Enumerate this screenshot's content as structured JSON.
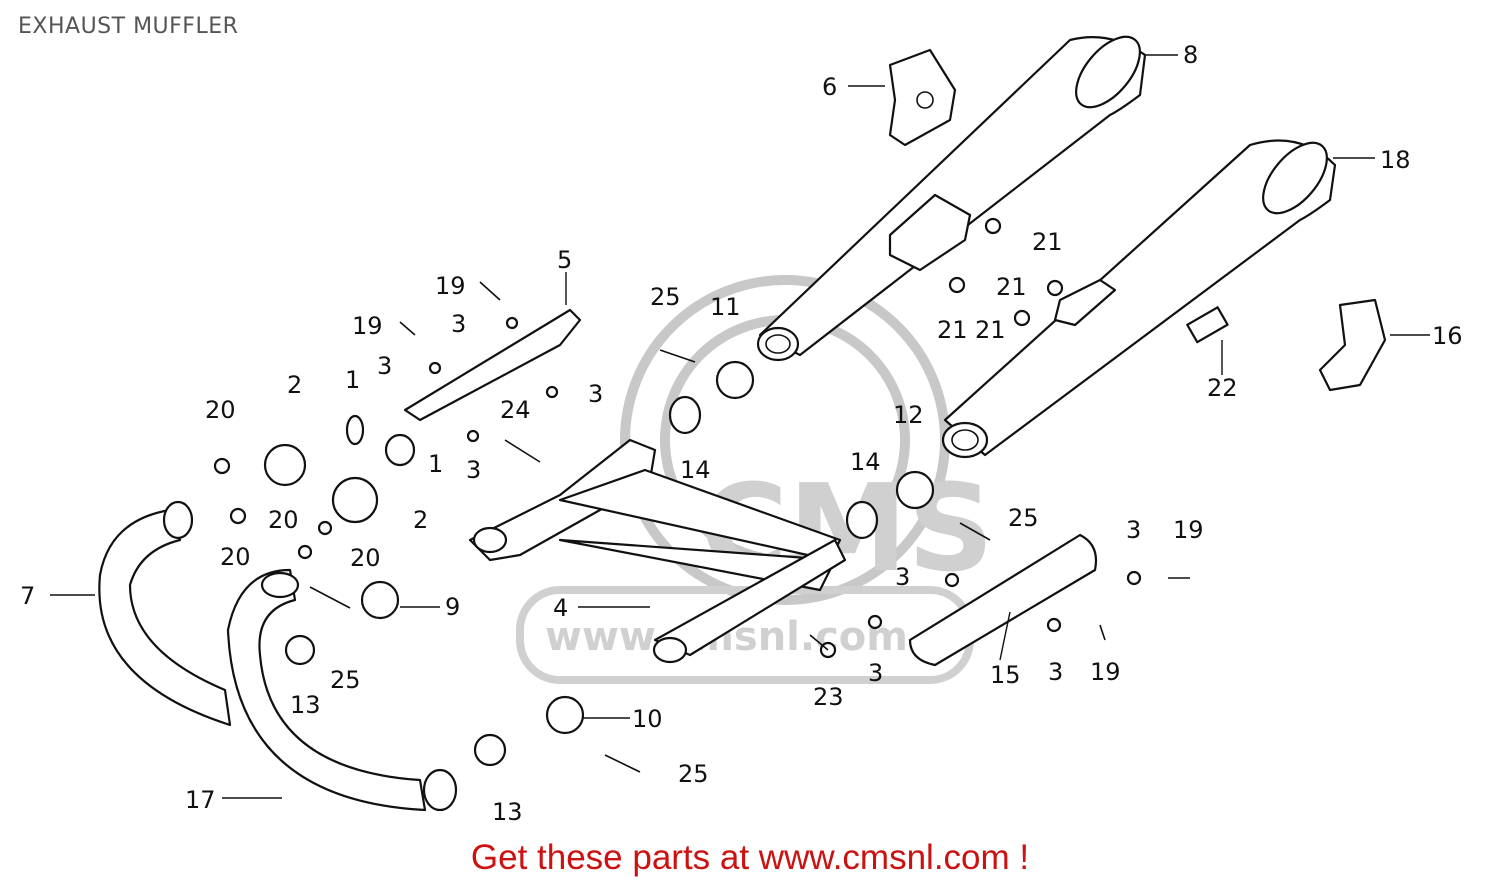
{
  "title": "EXHAUST MUFFLER",
  "promo_text": "Get these parts at www.cmsnl.com !",
  "watermark": {
    "logo_text": "CMS",
    "url": "www.cmsnl.com"
  },
  "colors": {
    "promo": "#cc1111",
    "title": "#555555",
    "line": "#111111",
    "watermark": "#c8c8c8"
  },
  "callouts": [
    "1",
    "1",
    "2",
    "2",
    "3",
    "3",
    "3",
    "3",
    "3",
    "3",
    "3",
    "3",
    "3",
    "4",
    "5",
    "6",
    "7",
    "8",
    "9",
    "10",
    "11",
    "12",
    "13",
    "13",
    "14",
    "14",
    "15",
    "16",
    "17",
    "18",
    "19",
    "19",
    "19",
    "19",
    "20",
    "20",
    "20",
    "20",
    "20",
    "21",
    "21",
    "21",
    "21",
    "21",
    "22",
    "23",
    "24",
    "25",
    "25",
    "25",
    "25"
  ]
}
